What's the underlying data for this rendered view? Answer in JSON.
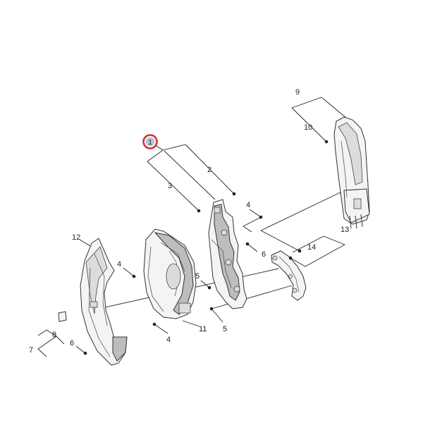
{
  "callouts": {
    "c1": "1",
    "c2": "2",
    "c3": "3",
    "c4a": "4",
    "c4b": "4",
    "c4c": "4",
    "c5a": "5",
    "c5b": "5",
    "c6a": "6",
    "c6b": "6",
    "c7": "7",
    "c8": "8",
    "c9": "9",
    "c10": "10",
    "c11": "11",
    "c12": "12",
    "c13": "13",
    "c14": "14"
  },
  "colors": {
    "highlight_ring": "#d0342c",
    "highlight_fill": "#b9c3e6",
    "line": "#222222"
  }
}
